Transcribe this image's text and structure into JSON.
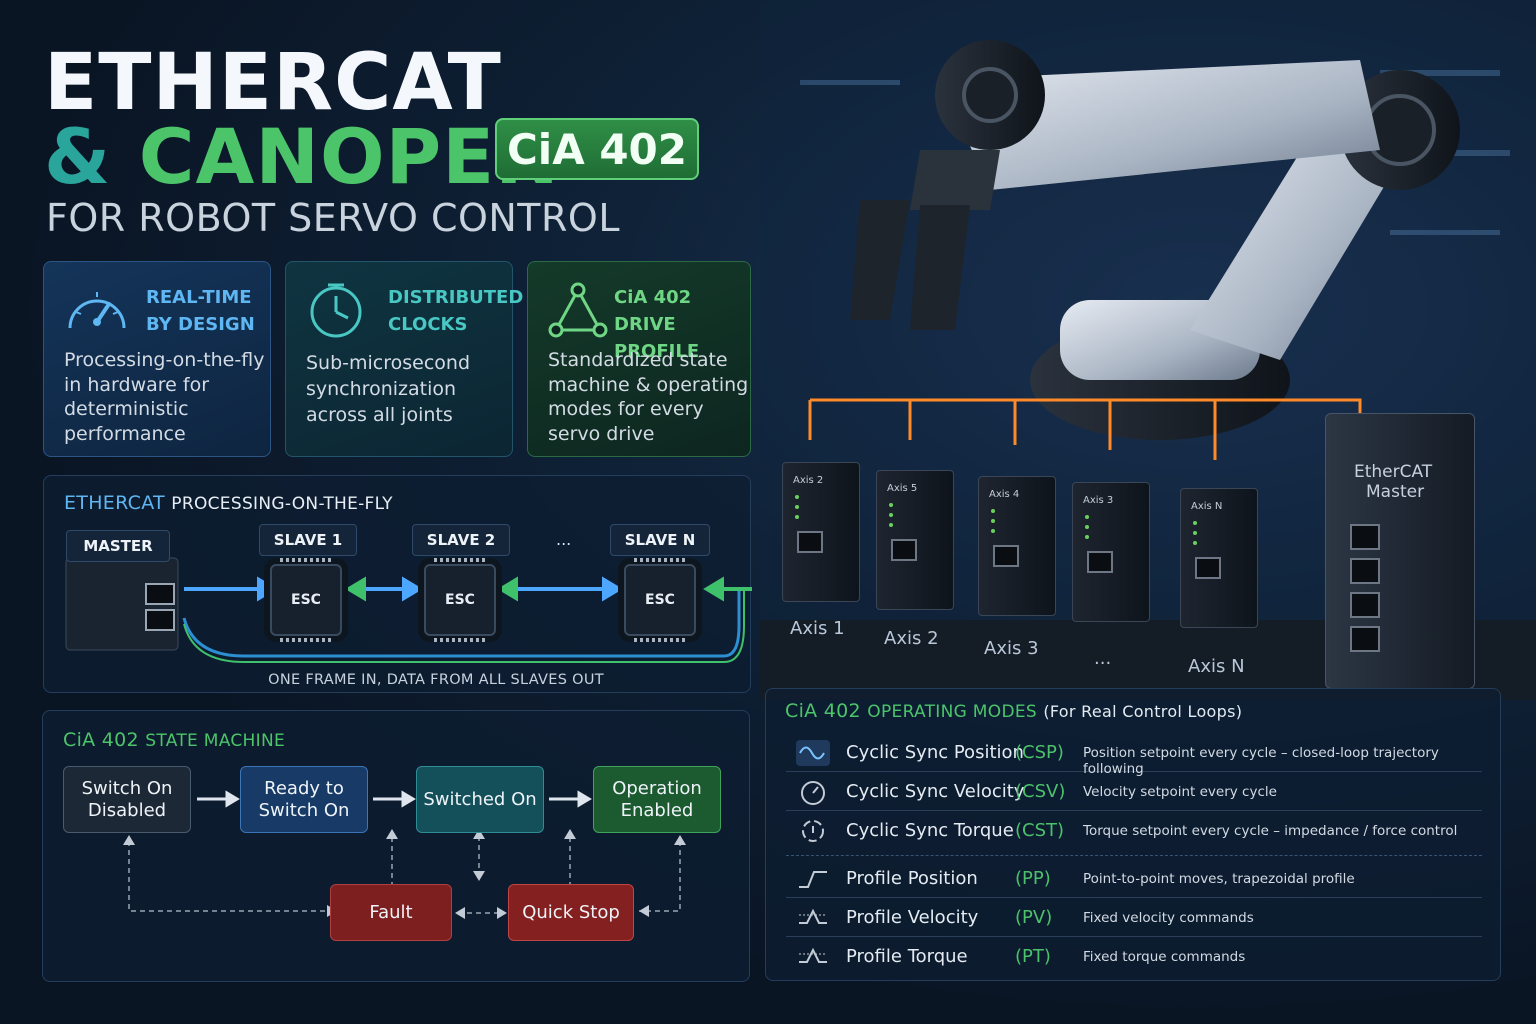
{
  "title": {
    "line1": "ETHERCAT",
    "amp": "&",
    "line2": "CANOPEN",
    "badge": "CiA 402",
    "subtitle": "FOR ROBOT SERVO CONTROL"
  },
  "cards": [
    {
      "heading1": "REAL-TIME",
      "heading2": "BY DESIGN",
      "icon": "speedometer-icon",
      "text": [
        "Processing-on-the-fly",
        "in hardware for",
        "deterministic",
        "performance"
      ]
    },
    {
      "heading1": "DISTRIBUTED",
      "heading2": "CLOCKS",
      "icon": "clock-icon",
      "text": [
        "Sub-microsecond",
        "synchronization",
        "across all joints"
      ]
    },
    {
      "heading1": "CiA 402",
      "heading2": "DRIVE PROFILE",
      "icon": "triangle-network-icon",
      "text": [
        "Standardized state",
        "machine & operating",
        "modes for every",
        "servo drive"
      ]
    }
  ],
  "ethercat_panel": {
    "title_a": "ETHERCAT",
    "title_b": "PROCESSING-ON-THE-FLY",
    "master": "MASTER",
    "slaves": [
      "SLAVE 1",
      "SLAVE 2",
      "SLAVE N"
    ],
    "ellipsis": "...",
    "chip": "ESC",
    "caption": "ONE FRAME IN, DATA FROM ALL SLAVES OUT"
  },
  "state_machine": {
    "title_a": "CiA 402",
    "title_b": "STATE MACHINE",
    "states": [
      {
        "line1": "Switch On",
        "line2": "Disabled"
      },
      {
        "line1": "Ready to",
        "line2": "Switch On"
      },
      {
        "line1": "Switched On",
        "line2": ""
      },
      {
        "line1": "Operation",
        "line2": "Enabled"
      }
    ],
    "fault": "Fault",
    "quick_stop": "Quick Stop"
  },
  "modes": {
    "title_a": "CiA 402",
    "title_b": "OPERATING MODES",
    "title_c": "(For Real Control Loops)",
    "cyclic": [
      {
        "name": "Cyclic Sync Position",
        "abbr": "(CSP)",
        "desc": "Position setpoint every cycle – closed-loop trajectory following",
        "icon": "sine-wave-icon"
      },
      {
        "name": "Cyclic Sync Velocity",
        "abbr": "(CSV)",
        "desc": "Velocity setpoint every cycle",
        "icon": "gauge-icon"
      },
      {
        "name": "Cyclic Sync Torque",
        "abbr": "(CST)",
        "desc": "Torque setpoint every cycle – impedance / force control",
        "icon": "torque-icon"
      }
    ],
    "profile": [
      {
        "name": "Profile Position",
        "abbr": "(PP)",
        "desc": "Point-to-point moves, trapezoidal profile",
        "icon": "step-profile-icon"
      },
      {
        "name": "Profile Velocity",
        "abbr": "(PV)",
        "desc": "Fixed velocity commands",
        "icon": "velocity-profile-icon"
      },
      {
        "name": "Profile Torque",
        "abbr": "(PT)",
        "desc": "Fixed torque commands",
        "icon": "torque-profile-icon"
      }
    ]
  },
  "hardware": {
    "drives": [
      "Axis 2",
      "Axis 5",
      "Axis 4",
      "Axis 3",
      "Axis N"
    ],
    "axis_labels": [
      "Axis 1",
      "Axis 2",
      "Axis 3",
      "...",
      "Axis N"
    ],
    "master_line1": "EtherCAT",
    "master_line2": "Master"
  },
  "colors": {
    "green": "#4cc46a",
    "teal": "#2aa59c",
    "blue": "#5eb6f2",
    "orange": "#ff8a2a",
    "fault_red": "#8a2222"
  }
}
